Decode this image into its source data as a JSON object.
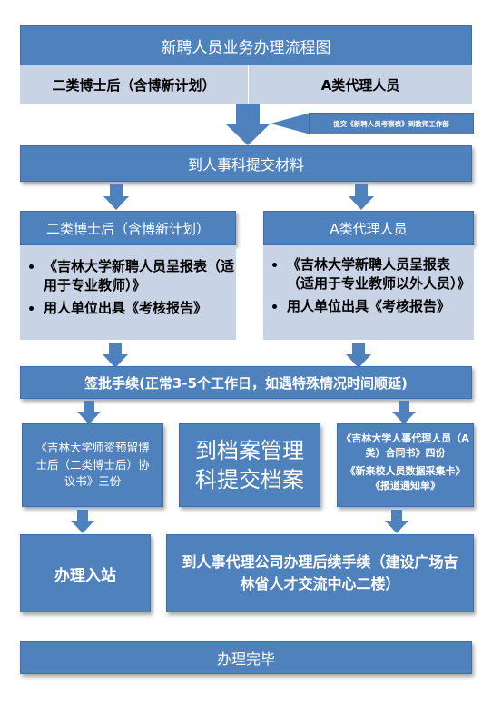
{
  "title": "新聘人员业务办理流程图",
  "header_left": "二类博士后（含博新计划）",
  "header_right": "A类代理人员",
  "note_callout": "提交《新聘人员考察表》到教师工作部",
  "step1": "到人事科提交材料",
  "left_panel": {
    "title": "二类博士后（含博新计划）",
    "items": [
      "《吉林大学新聘人员呈报表（适用于专业教师）》",
      "用人单位出具《考核报告》"
    ]
  },
  "right_panel": {
    "title": "A类代理人员",
    "items": [
      "《吉林大学新聘人员呈报表（适用于专业教师以外人员）》",
      "用人单位出具《考核报告》"
    ]
  },
  "step2": "签批手续(正常3-5个工作日，如遇特殊情况时间顺延)",
  "left_doc": "《吉林大学师资预留博士后（二类博士后）协议书》三份",
  "center_doc": "到档案管理科提交档案",
  "right_doc_1": "《吉林大学人事代理人员（A类）合同书》四份",
  "right_doc_2": "《新来校人员数据采集卡》《报道通知单》",
  "left_final": "办理入站",
  "right_final": "到人事代理公司办理后续手续（建设广场吉林省人才交流中心二楼）",
  "end": "办理完毕",
  "colors": {
    "box_blue": "#4f81bd",
    "light_blue": "#c9d3e6"
  }
}
